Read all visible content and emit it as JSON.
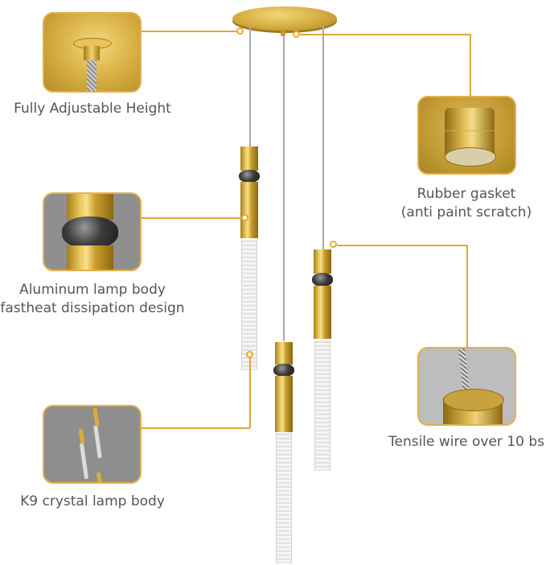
{
  "product": {
    "type": "three-light crystal pendant chandelier",
    "finish_color": "#d6ac3f",
    "accent_line_color": "#d9a93a",
    "callout_dot_color": "#eba72d"
  },
  "callouts": [
    {
      "id": "adjustable-height",
      "label": "Fully Adjustable Height",
      "detail": "brass cord grip with braided wire"
    },
    {
      "id": "rubber-gasket",
      "label_line1": "Rubber gasket",
      "label_line2": "(anti paint scratch)",
      "detail": "gold cylinder screw cap"
    },
    {
      "id": "aluminum-body",
      "label_line1": "Aluminum lamp body",
      "label_line2": "fastheat dissipation design",
      "detail": "gold tube with gunmetal ball joint"
    },
    {
      "id": "tensile-wire",
      "label": "Tensile wire over 10 bs",
      "detail": "braided wire entering gold tube"
    },
    {
      "id": "k9-crystal",
      "label": "K9 crystal lamp body",
      "detail": "hanging pendants in room"
    }
  ]
}
